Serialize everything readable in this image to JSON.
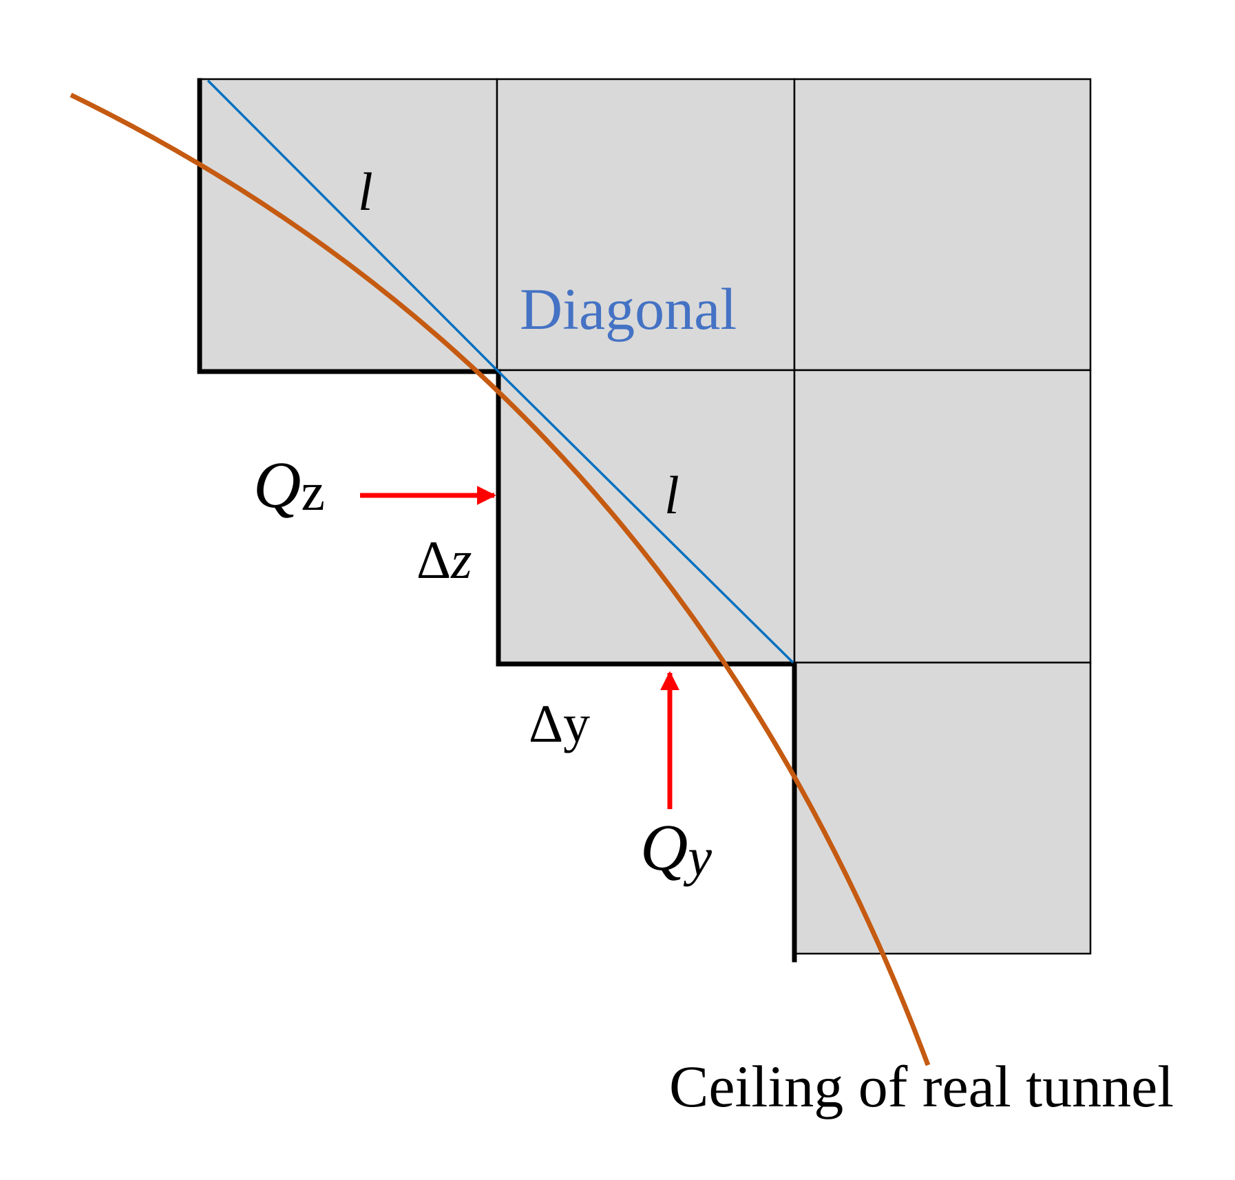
{
  "colors": {
    "cell_fill": "#d9d9d9",
    "grid_line": "#000000",
    "ceiling_curve": "#c55a11",
    "diagonal_line": "#0070c0",
    "diagonal_label": "#4472c4",
    "arrow": "#ff0000"
  },
  "labels": {
    "l_upper": "l",
    "l_lower": "l",
    "diagonal": "Diagonal",
    "qz_main": "Q",
    "qz_sub": "z",
    "dz_delta": "Δ",
    "dz_var": "z",
    "dy": "Δy",
    "qy_main": "Q",
    "qy_sub": "y",
    "ceiling": "Ceiling of real tunnel"
  }
}
